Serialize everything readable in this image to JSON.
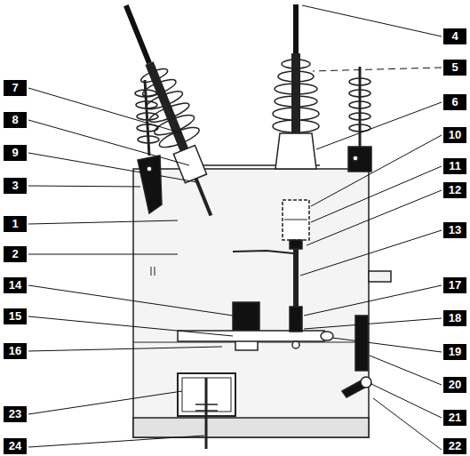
{
  "diagram": {
    "labels": [
      "4",
      "7",
      "5",
      "8",
      "6",
      "9",
      "10",
      "3",
      "11",
      "1",
      "12",
      "2",
      "13",
      "14",
      "17",
      "15",
      "18",
      "16",
      "19",
      "20",
      "23",
      "21",
      "22",
      "24"
    ]
  }
}
